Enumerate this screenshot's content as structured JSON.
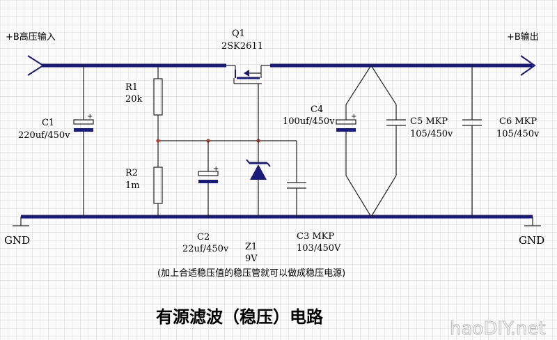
{
  "labels": {
    "input": "+B高压输入",
    "output": "+B输出",
    "q1_name": "Q1",
    "q1_part": "2SK2611",
    "r1_name": "R1",
    "r1_value": "20k",
    "r2_name": "R2",
    "r2_value": "1m",
    "c1_name": "C1",
    "c1_value": "220uf/450v",
    "c2_name": "C2",
    "c2_value": "22uf/450v",
    "z1_name": "Z1",
    "z1_value": "9V",
    "c3_name": "C3 MKP",
    "c3_value": "103/450V",
    "c4_name": "C4",
    "c4_value": "100uf/450v",
    "c5_name": "C5 MKP",
    "c5_value": "105/450v",
    "c6_name": "C6 MKP",
    "c6_value": "105/450v",
    "gnd_left": "GND",
    "gnd_right": "GND",
    "note": "(加上合适稳压值的稳压管就可以做成稳压电源)",
    "title": "有源滤波（稳压）电路",
    "watermark": "haoDIY.net"
  },
  "colors": {
    "wire": "#1a1a7a",
    "grid": "#d8d8d8",
    "junction": "#c0392b",
    "text": "#000000"
  }
}
